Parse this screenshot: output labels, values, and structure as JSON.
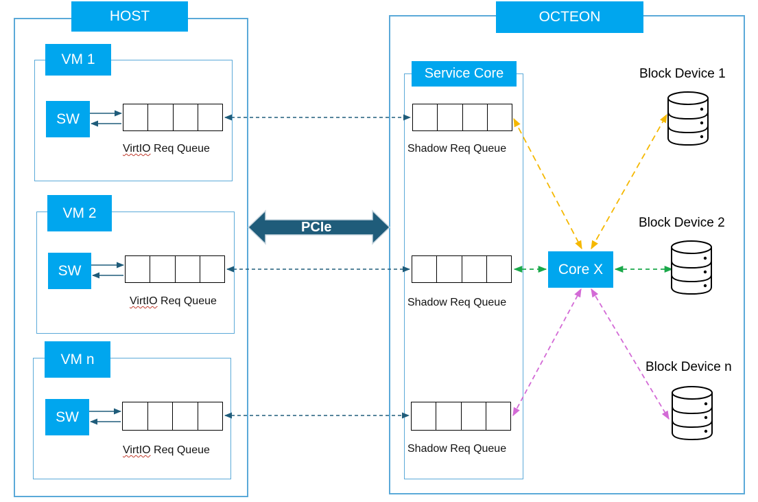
{
  "host": {
    "title": "HOST",
    "vms": [
      {
        "name": "VM 1",
        "sw": "SW",
        "queue_label_prefix": "VirtIO",
        "queue_label_rest": " Req Queue"
      },
      {
        "name": "VM 2",
        "sw": "SW",
        "queue_label_prefix": "VirtIO",
        "queue_label_rest": " Req Queue"
      },
      {
        "name": "VM n",
        "sw": "SW",
        "queue_label_prefix": "VirtIO",
        "queue_label_rest": " Req Queue"
      }
    ]
  },
  "link": {
    "label": "PCIe"
  },
  "octeon": {
    "title": "OCTEON",
    "service_core": {
      "title": "Service Core",
      "queues": [
        "Shadow Req Queue",
        "Shadow Req Queue",
        "Shadow Req Queue"
      ]
    },
    "core_x": "Core X",
    "block_devices": [
      "Block Device 1",
      "Block Device 2",
      "Block Device n"
    ]
  },
  "colors": {
    "accent": "#00a6ee",
    "frame": "#5aa9d8",
    "pcie_arrow": "#1f5c7a",
    "queue_link": "#1f5c7a",
    "device1_link": "#f5b800",
    "device2_link": "#1aa84a",
    "devicen_link": "#d36ad6"
  },
  "icons": [
    "database-icon"
  ]
}
